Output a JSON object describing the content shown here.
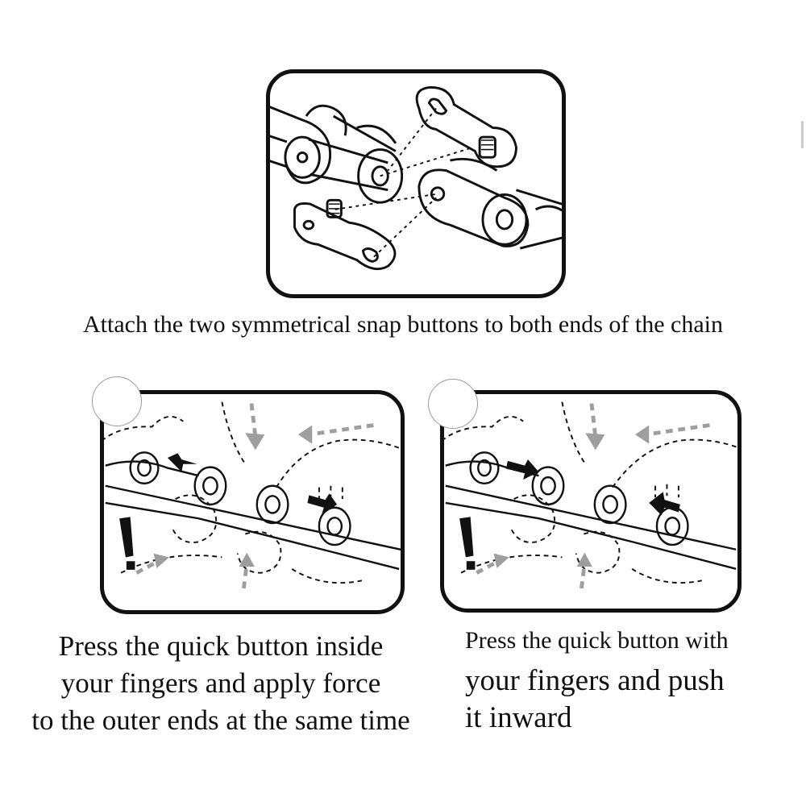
{
  "captions": {
    "top": "Attach the two symmetrical snap buttons to both ends of the chain",
    "left": [
      "Press the quick button inside",
      "your fingers and apply force",
      "to the outer ends at the same time"
    ],
    "right": [
      "Press the quick button with",
      "your fingers and push",
      "it inward"
    ]
  },
  "panels": [
    {
      "name": "attach-snap-buttons",
      "icon": "chain-link-icon"
    },
    {
      "name": "press-outward",
      "icon": "hand-press-icon",
      "badge": "step-badge-icon"
    },
    {
      "name": "push-inward",
      "icon": "hand-press-icon",
      "badge": "step-badge-icon"
    }
  ],
  "colors": {
    "line": "#111111",
    "arrow_dark": "#111111",
    "arrow_gray": "#9e9e9e",
    "background": "#ffffff"
  },
  "icons": {
    "arrow_dark": "dark-arrow-icon",
    "arrow_gray": "gray-arrow-icon",
    "warning": "exclamation-icon"
  }
}
